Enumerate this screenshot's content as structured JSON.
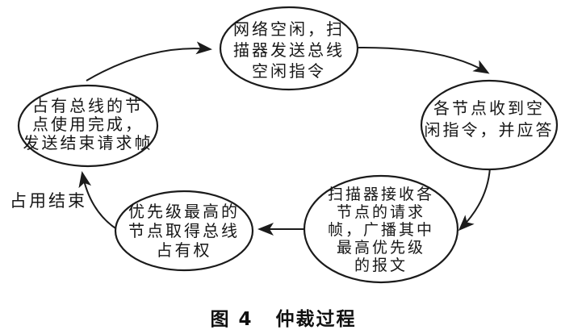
{
  "caption": {
    "figure_label": "图 4",
    "figure_title": "仲裁过程"
  },
  "side_label": "占用结束",
  "colors": {
    "ink": "#1b1b1b",
    "background": "#ffffff"
  },
  "nodes": [
    {
      "id": "network-idle",
      "lines": [
        "网络空闲，扫",
        "描器发送总线",
        "空闲指令"
      ]
    },
    {
      "id": "nodes-receive-and-ack",
      "lines": [
        "各节点收到空",
        "闲指令，并应答"
      ]
    },
    {
      "id": "scanner-broadcast-highest-priority",
      "lines": [
        "扫描器接收各",
        "节点的请求",
        "帧，广播其中",
        "最高优先级",
        "的报文"
      ]
    },
    {
      "id": "highest-priority-node-gets-bus",
      "lines": [
        "优先级最高的",
        "节点取得总线",
        "占有权"
      ]
    },
    {
      "id": "bus-owner-finishes-sends-end-request",
      "lines": [
        "占有总线的节",
        "点使用完成，",
        "发送结束请求帧"
      ]
    }
  ]
}
